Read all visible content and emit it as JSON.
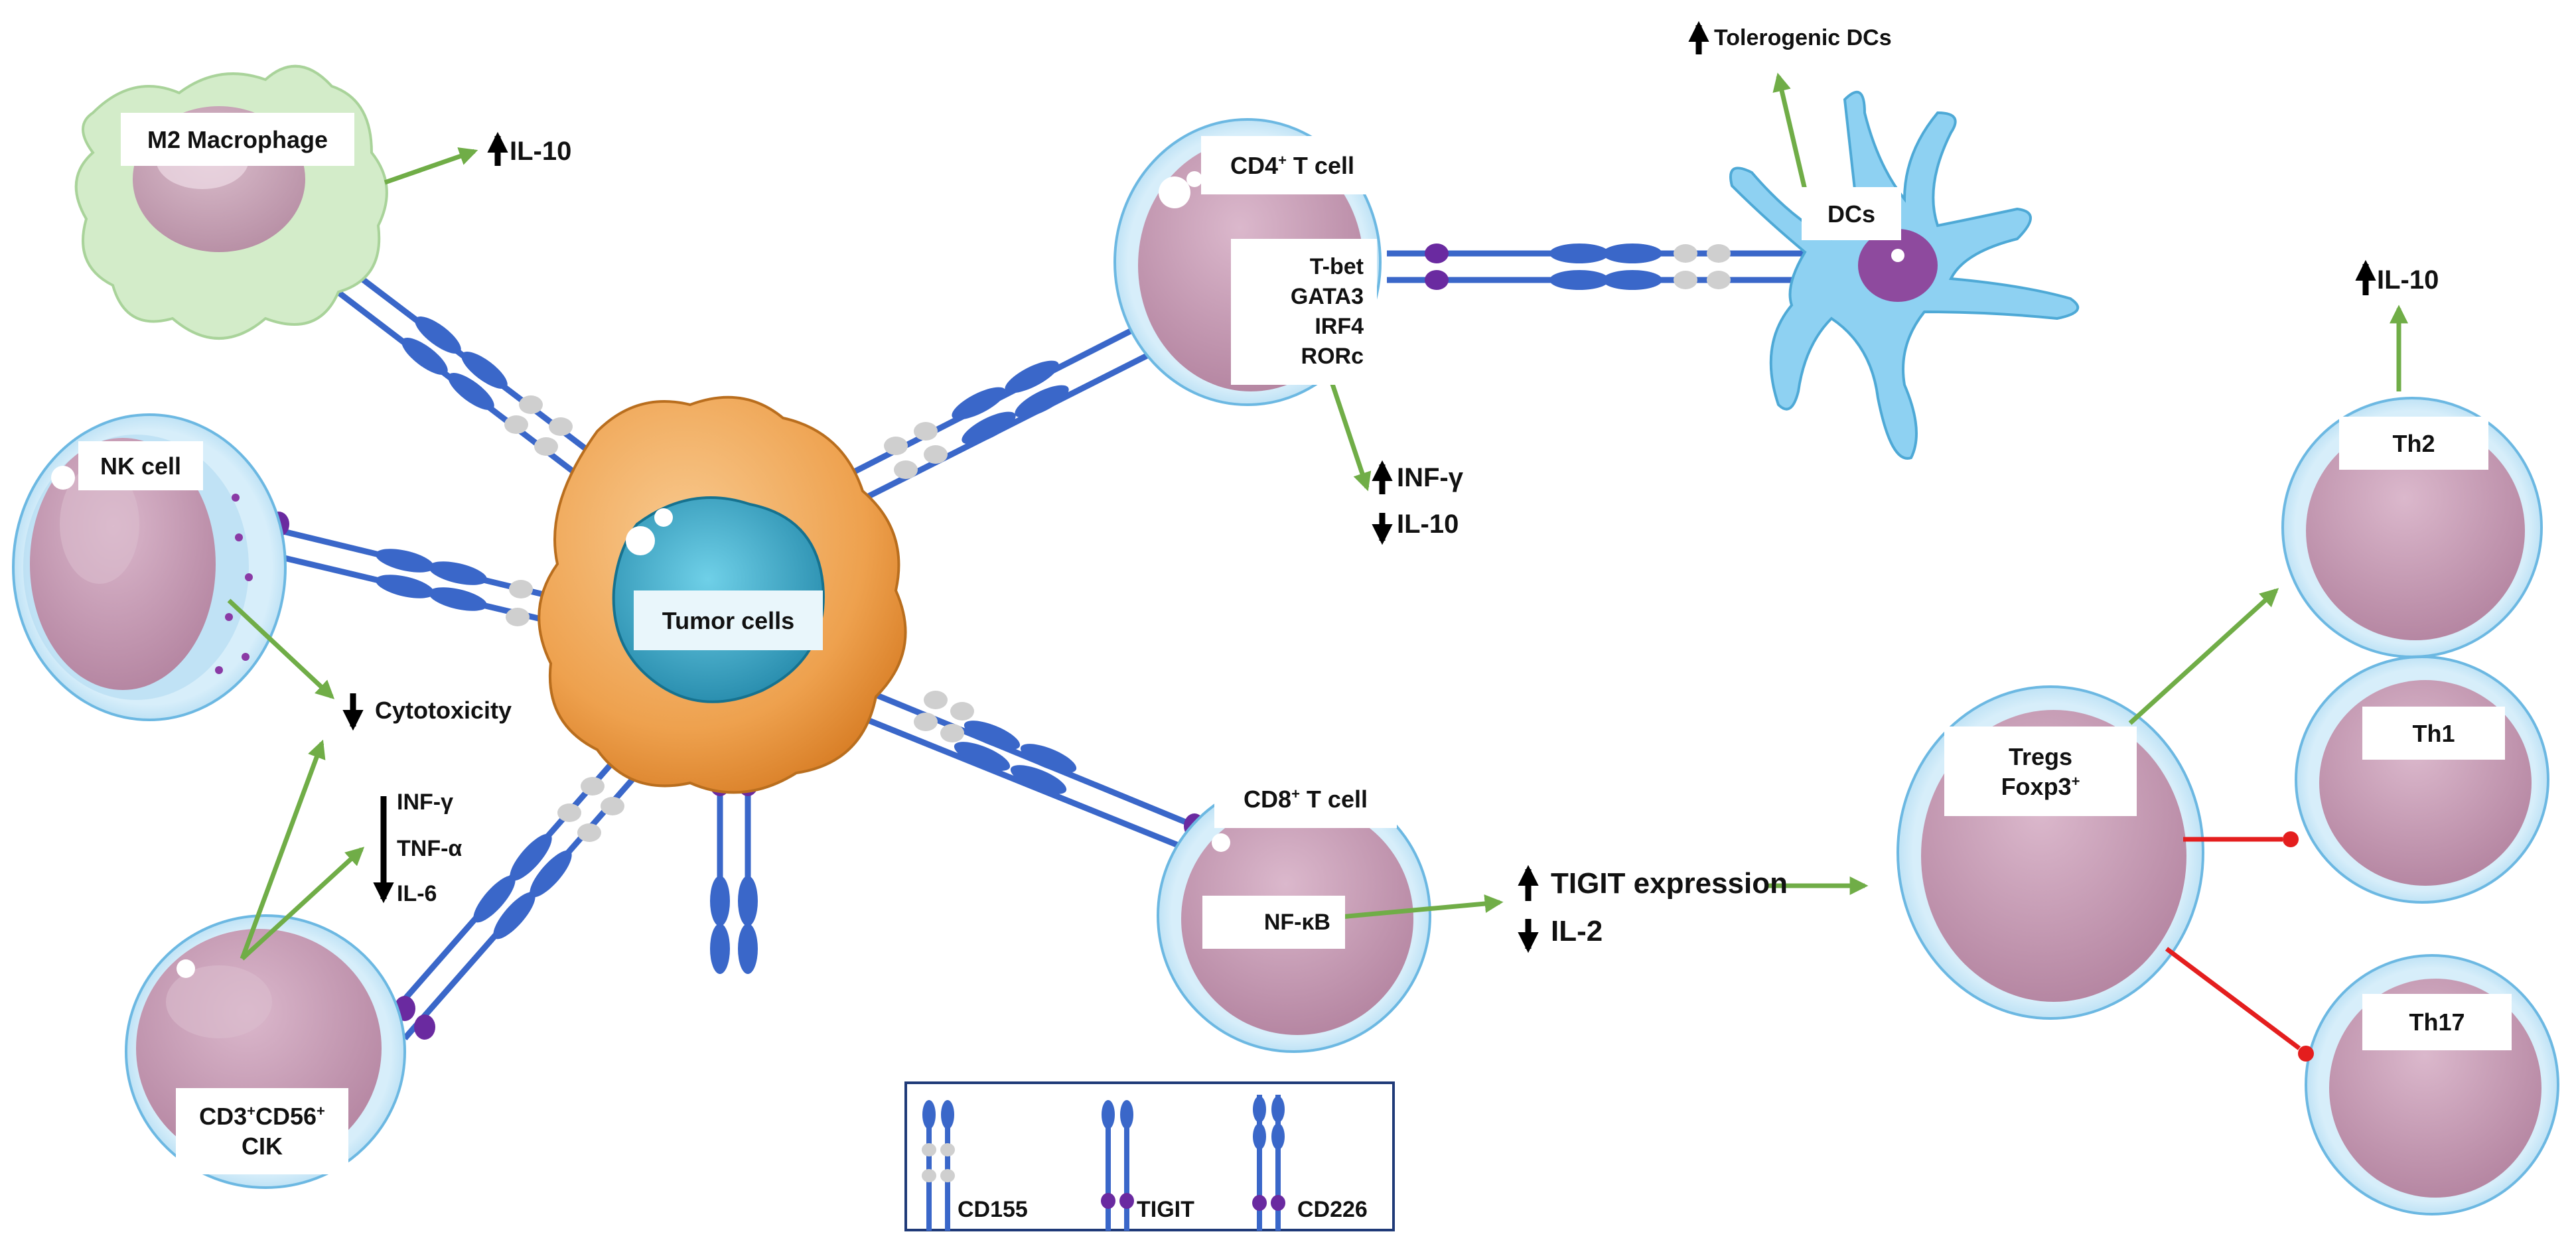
{
  "cells": {
    "m2_macrophage": "M2 Macrophage",
    "nk_cell": "NK cell",
    "cik_line1": "CD3",
    "cik_sup1": "+",
    "cik_mid": "CD56",
    "cik_sup2": "+",
    "cik_line2": "CIK",
    "tumor": "Tumor cells",
    "cd4_main": "CD4",
    "cd4_sup": "+",
    "cd4_rest": " T cell",
    "cd8_main": "CD8",
    "cd8_sup": "+",
    "cd8_rest": " T cell",
    "dcs": "DCs",
    "tregs_line1": "Tregs",
    "tregs_line2_main": "Foxp3",
    "tregs_line2_sup": "+",
    "th1": "Th1",
    "th2": "Th2",
    "th17": "Th17"
  },
  "effects": {
    "m2_il10": "IL-10",
    "tolerogenic_dcs": "Tolerogenic DCs",
    "cd4_tfs": [
      "T-bet",
      "GATA3",
      "IRF4",
      "RORc"
    ],
    "cd4_inf": "INF-γ",
    "cd4_il10": "IL-10",
    "cytotoxicity": "Cytotoxicity",
    "cytokines": [
      "INF-γ",
      "TNF-α",
      "IL-6"
    ],
    "nfkb": "NF-κB",
    "tigit_expression": "TIGIT expression",
    "il2": "IL-2",
    "th2_il10": "IL-10"
  },
  "legend": {
    "cd155": "CD155",
    "tigit": "TIGIT",
    "cd226": "CD226"
  },
  "colors": {
    "green_arrow": "#70ad47",
    "red_inhibit": "#e41e1e",
    "receptor_blue": "#3a67c9",
    "tigit_purple": "#6a2aa0",
    "cd155_grey": "#cfcfcf",
    "tumor_orange": "#f0a95a",
    "nucleus_teal": "#3aa3c3",
    "cell_blue": "#bde2f5",
    "cell_pink": "#c79bb6",
    "macrophage_green": "#d3ecc9",
    "dc_blue": "#8ed1f2"
  }
}
